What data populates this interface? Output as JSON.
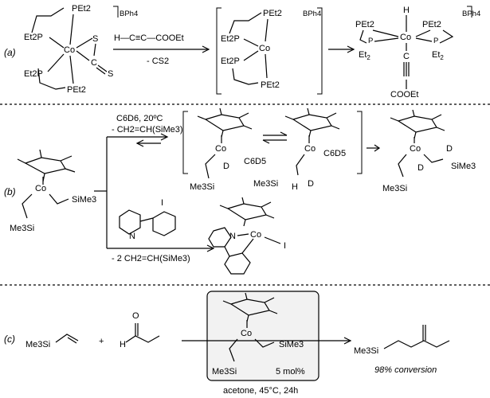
{
  "panels": {
    "a": "(a)",
    "b": "(b)",
    "c": "(c)"
  },
  "part_a": {
    "counterion_1": "BPh4",
    "counterion_2": "BPh4",
    "counterion_3": "BPh4",
    "reagent": "H—C≡C—COOEt",
    "byproduct": "- CS2",
    "ligand_label": "PEt2",
    "et2p_label": "Et2P",
    "co": "Co",
    "s": "S",
    "c": "C",
    "h": "H",
    "cooet": "COOEt"
  },
  "part_b": {
    "cond_top_1": "C6D6, 20ºC",
    "cond_top_2": "- CH2=CH(SiMe3)",
    "cond_bottom": "- 2 CH2=CH(SiMe3)",
    "co": "Co",
    "d": "D",
    "c6d5": "C6D5",
    "sime3": "SiMe3",
    "me3si": "Me3Si",
    "h": "H",
    "n": "N",
    "i": "I"
  },
  "part_c": {
    "me3si": "Me3Si",
    "plus": "+",
    "h": "H",
    "o": "O",
    "co": "Co",
    "sime3": "SiMe3",
    "catalyst_loading": "5 mol%",
    "conditions": "acetone, 45°C, 24h",
    "result": "98% conversion"
  },
  "colors": {
    "ink": "#000000",
    "background": "#ffffff",
    "catalyst_box": "#f2f2f2"
  }
}
